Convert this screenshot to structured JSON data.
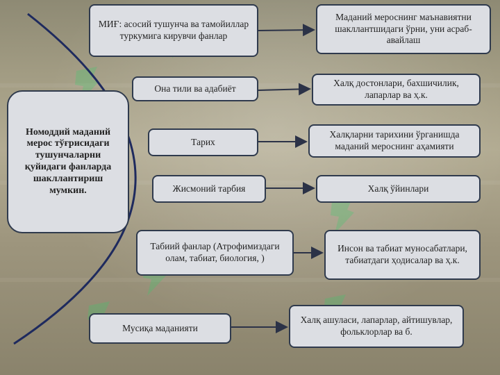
{
  "center": {
    "text": "Номоддий маданий мерос тўғрисидаги тушунчаларни қуйидаги фанларда шакллантириш мумкин."
  },
  "rows": [
    {
      "subject": "МИҒ: асосий тушунча ва тамойиллар туркумига кирувчи фанлар",
      "result": "Маданий мероснинг маънавиятни шакллантшидаги ўрни, уни асраб-авайлаш"
    },
    {
      "subject": "Она тили ва адабиёт",
      "result": "Халқ достонлари, бахшичилик, лапарлар ва ҳ.к."
    },
    {
      "subject": "Тарих",
      "result": "Халқларни тарихини ўрганишда маданий мероснинг аҳамияти"
    },
    {
      "subject": "Жисмоний тарбия",
      "result": "Халқ ўйинлари"
    },
    {
      "subject": "Табиий фанлар (Атрофимиздаги олам, табиат, биология, )",
      "result": "Инсон ва табиат муносабатлари, табиатдаги ҳодисалар ва ҳ.к."
    },
    {
      "subject": "Мусиқа маданияти",
      "result": "Халқ ашуласи, лапарлар, айтишувлар, фольклорлар ва б."
    }
  ]
}
